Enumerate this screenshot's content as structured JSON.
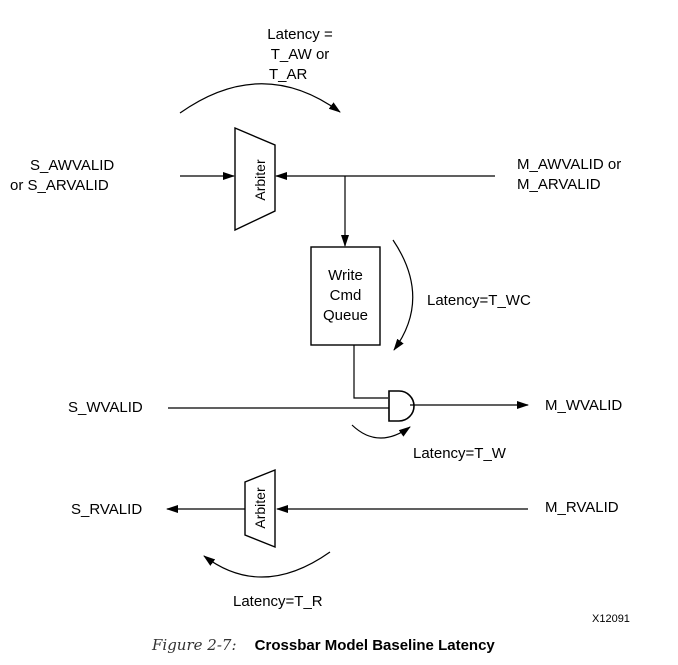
{
  "labels": {
    "latency_top": [
      "Latency =",
      "T_AW or",
      "T_AR"
    ],
    "s_awvalid": [
      "S_AWVALID",
      "or S_ARVALID"
    ],
    "m_awvalid": [
      "M_AWVALID or",
      "M_ARVALID"
    ],
    "arbiter_top": "Arbiter",
    "write_cmd_queue": [
      "Write",
      "Cmd",
      "Queue"
    ],
    "latency_wc": "Latency=T_WC",
    "s_wvalid": "S_WVALID",
    "m_wvalid": "M_WVALID",
    "latency_w": "Latency=T_W",
    "s_rvalid": "S_RVALID",
    "m_rvalid": "M_RVALID",
    "arbiter_bottom": "Arbiter",
    "latency_r": "Latency=T_R",
    "figure_id": "X12091"
  },
  "caption": {
    "number": "Figure 2-7:",
    "title": "Crossbar Model Baseline Latency"
  }
}
